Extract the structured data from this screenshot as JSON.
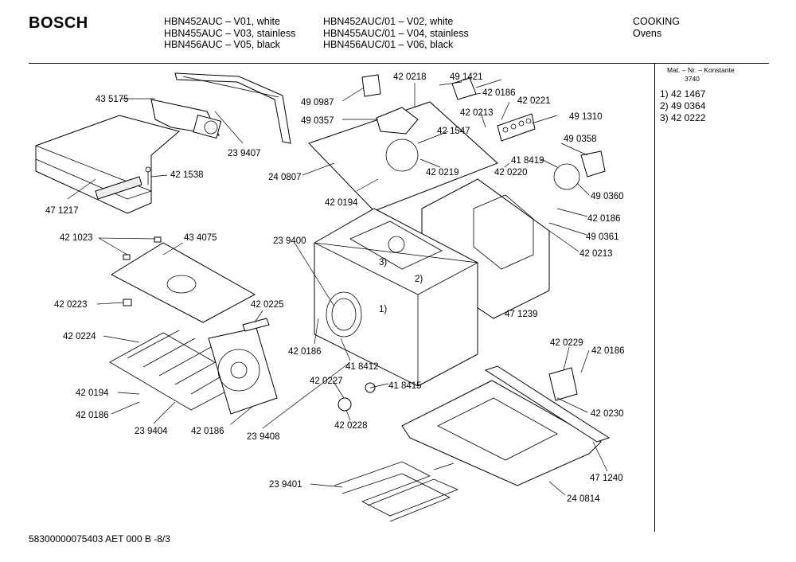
{
  "header": {
    "brand": "BOSCH",
    "models_left": [
      "HBN452AUC – V01, white",
      "HBN455AUC – V03, stainless",
      "HBN456AUC – V05, black"
    ],
    "models_right": [
      "HBN452AUC/01 – V02, white",
      "HBN455AUC/01 – V04, stainless",
      "HBN456AUC/01 – V06, black"
    ],
    "category": "COOKING",
    "subcategory": "Ovens"
  },
  "sidebar": {
    "header_line1": "Mat. – Nr. – Konstante",
    "header_line2": "3740",
    "items": [
      "1) 42 1467",
      "2) 49 0364",
      "3) 42 0222"
    ]
  },
  "footer": {
    "doc_id": "58300000075403 AET 000 B -8/3"
  },
  "parts": {
    "p435175": "43 5175",
    "p239407": "23 9407",
    "p421538": "42 1538",
    "p471217": "47 1217",
    "p490987": "49 0987",
    "p490357": "49 0357",
    "p420218": "42 0218",
    "p491421": "49 1421",
    "p420186a": "42 0186",
    "p420213a": "42 0213",
    "p420221": "42 0221",
    "p421547": "42 1547",
    "p491310": "49 1310",
    "p240807": "24 0807",
    "p420219": "42 0219",
    "p420220": "42 0220",
    "p490358": "49 0358",
    "p418419": "41 8419",
    "p420194a": "42 0194",
    "p490360": "49 0360",
    "p420186b": "42 0186",
    "p490361": "49 0361",
    "p420213b": "42 0213",
    "p421023": "42 1023",
    "p434075": "43 4075",
    "p239400": "23 9400",
    "p420223": "42 0223",
    "p420225": "42 0225",
    "p471239": "47 1239",
    "p420224": "42 0224",
    "p420186c": "42 0186",
    "p418412": "41 8412",
    "p420229": "42 0229",
    "p420186d": "42 0186",
    "p420194b": "42 0194",
    "p420227": "42 0227",
    "p418415": "41 8415",
    "p420186e": "42 0186",
    "p239404": "23 9404",
    "p420186f": "42 0186",
    "p239408": "23 9408",
    "p420228": "42 0228",
    "p420230": "42 0230",
    "p471240": "47 1240",
    "p239401": "23 9401",
    "p240814": "24 0814",
    "callout1": "1)",
    "callout2": "2)",
    "callout3": "3)"
  }
}
